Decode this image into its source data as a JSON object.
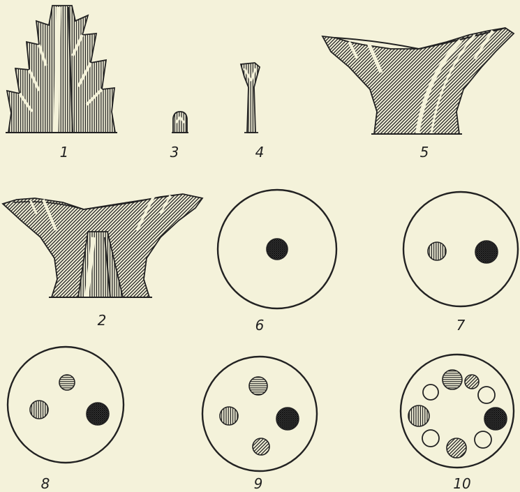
{
  "figures": [
    {
      "label": "1",
      "kind": "crystal-side",
      "form": "pointed prism with spines"
    },
    {
      "label": "2",
      "kind": "crystal-side",
      "form": "flared cup on central stalk"
    },
    {
      "label": "3",
      "kind": "crystal-side",
      "form": "small stub"
    },
    {
      "label": "4",
      "kind": "crystal-side",
      "form": "small stalk with cap"
    },
    {
      "label": "5",
      "kind": "crystal-side",
      "form": "wide flared cup"
    },
    {
      "label": "6",
      "kind": "cross-section",
      "dots": [
        {
          "pattern": "cross"
        }
      ]
    },
    {
      "label": "7",
      "kind": "cross-section",
      "dots": [
        {
          "pattern": "vertical"
        },
        {
          "pattern": "cross"
        }
      ]
    },
    {
      "label": "8",
      "kind": "cross-section",
      "dots": [
        {
          "pattern": "horizontal"
        },
        {
          "pattern": "vertical"
        },
        {
          "pattern": "cross"
        }
      ]
    },
    {
      "label": "9",
      "kind": "cross-section",
      "dots": [
        {
          "pattern": "horizontal"
        },
        {
          "pattern": "vertical"
        },
        {
          "pattern": "cross"
        },
        {
          "pattern": "diagonal"
        }
      ]
    },
    {
      "label": "10",
      "kind": "cross-section",
      "dots": [
        {
          "pattern": "horizontal"
        },
        {
          "pattern": "diagonal"
        },
        {
          "pattern": "vertical"
        },
        {
          "pattern": "cross"
        },
        {
          "pattern": "open"
        },
        {
          "pattern": "open"
        },
        {
          "pattern": "open"
        },
        {
          "pattern": "open"
        },
        {
          "pattern": "diagonal"
        }
      ]
    }
  ],
  "colors": {
    "background": "#f4f2da",
    "ink": "#222222"
  }
}
